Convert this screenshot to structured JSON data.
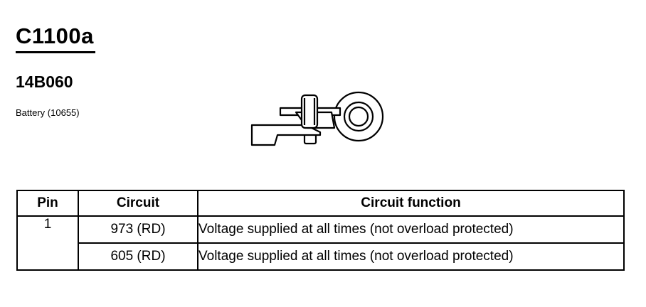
{
  "header": {
    "connector_id": "C1100a",
    "part_number": "14B060",
    "component": "Battery (10655)"
  },
  "drawing": {
    "icon": "battery-terminal-icon"
  },
  "table": {
    "headers": [
      "Pin",
      "Circuit",
      "Circuit function"
    ],
    "pin": "1",
    "rows": [
      {
        "circuit": "973 (RD)",
        "function": "Voltage supplied at all times (not overload protected)"
      },
      {
        "circuit": "605 (RD)",
        "function": "Voltage supplied at all times (not overload protected)"
      }
    ]
  }
}
